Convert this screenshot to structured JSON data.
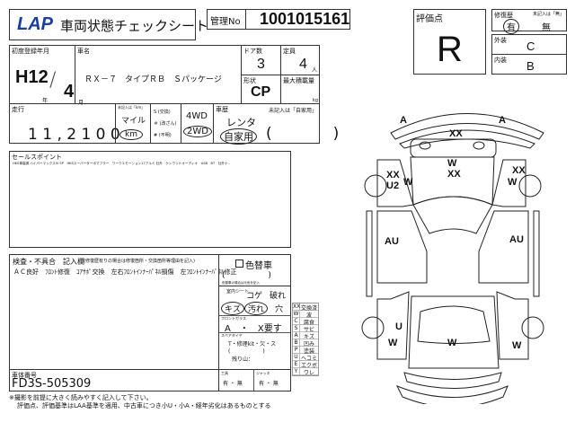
{
  "header": {
    "logo": "LAP",
    "title": "車両状態チェックシート",
    "mgmt_label": "管理No",
    "mgmt_no": "1001015161"
  },
  "grade": {
    "label": "評価点",
    "value": "R",
    "repair_label": "修復歴",
    "repair_note": "未記入は「無」",
    "repair_yes": "有",
    "repair_no": "無",
    "exterior_label": "外装",
    "exterior": "C",
    "interior_label": "内装",
    "interior": "B"
  },
  "vehicle": {
    "reg_label": "初度登録年月",
    "reg_year": "H12",
    "reg_year_unit": "年",
    "reg_month": "4",
    "reg_month_unit": "月",
    "name_label": "車名",
    "name": "ＲＸ－７　タイプＲＢ　Ｓパッケージ",
    "doors_label": "ドア数",
    "doors": "3",
    "capacity_label": "定員",
    "capacity": "4",
    "capacity_unit": "人",
    "shape_label": "形状",
    "shape": "CP",
    "load_label": "最大積載量",
    "load_unit": "kg"
  },
  "mileage": {
    "label": "走行",
    "value": "1 1 , 2 1 0 0",
    "unit_note": "未記入は「km」",
    "mile": "マイル",
    "km": "km",
    "s": "S (交換)",
    "hash": "＃ (改ざん)",
    "sharp": "# (不明)",
    "wd4": "4WD",
    "wd2": "2WD",
    "history_label": "車歴",
    "history_note": "未記入は「自家用」",
    "rental": "レンタ",
    "private": "自家用",
    "paren": "(　　　　)"
  },
  "sales": {
    "label": "セールスポイント",
    "text": "HKS車高調 ハイパーマックスIV SP　HKSスーパーターボマフラー　ワークエモーション17アルミ 社外　ケンウッドオーディオ　USB　BT　社外ナ.."
  },
  "inspection": {
    "label": "検査・不具合　記入欄",
    "note": "(修復歴有りの場合は修復箇所・交換箇所等理由を記入)",
    "text": "ＡＣ良好　ﾌﾛﾝﾄ修復　ｺｱｻﾎﾟ交換　左右ﾌﾛﾝﾄｲﾝﾅｰﾊﾟﾈﾙ損傷　左ﾌﾛﾝﾄｲﾝﾅｰﾊﾟﾈﾙ修正"
  },
  "color_change": {
    "label": "色替車",
    "note": "色替車の場合は元色を記入"
  },
  "interior_cond": {
    "label": "室内シート",
    "row1": [
      "コゲ",
      "破れ"
    ],
    "row2": [
      "キズ",
      "汚れ",
      "穴"
    ],
    "glass_label": "フロントガラス",
    "glass": "A　・　X要す",
    "spare_label": "スペアタイヤ",
    "spare": "T・修理kit・欠・ス",
    "spare_paren": "(　　　　　　)",
    "tread": "残り山：",
    "tools_label": "工具",
    "tools": "有 ・ 無",
    "jack_label": "ジャッキ",
    "jack": "有 ・ 無"
  },
  "chassis": {
    "label": "車体番号",
    "value": "FD3S-505309"
  },
  "legend": [
    [
      "XX",
      "交換済"
    ],
    [
      "W",
      "波"
    ],
    [
      "C",
      "腐食"
    ],
    [
      "S",
      "サビ"
    ],
    [
      "A",
      "キズ"
    ],
    [
      "B",
      "凹み"
    ],
    [
      "P",
      "塗装"
    ],
    [
      "U",
      "ヘコミ"
    ],
    [
      "E",
      "エクボ"
    ],
    [
      "Y",
      "ワレ"
    ]
  ],
  "footer": {
    "line1": "※撮影を前提に大きく読みやすく記入して下さい。",
    "line2": "評価点、評価基準はLAA基準を適用、中古車につき小U・小A・経年劣化はあるものとする"
  },
  "diagram": {
    "marks": [
      "A",
      "A",
      "XX",
      "W",
      "XX",
      "XX",
      "W",
      "U2",
      "XX",
      "W",
      "AU",
      "AU",
      "U",
      "W",
      "W",
      "W"
    ]
  }
}
